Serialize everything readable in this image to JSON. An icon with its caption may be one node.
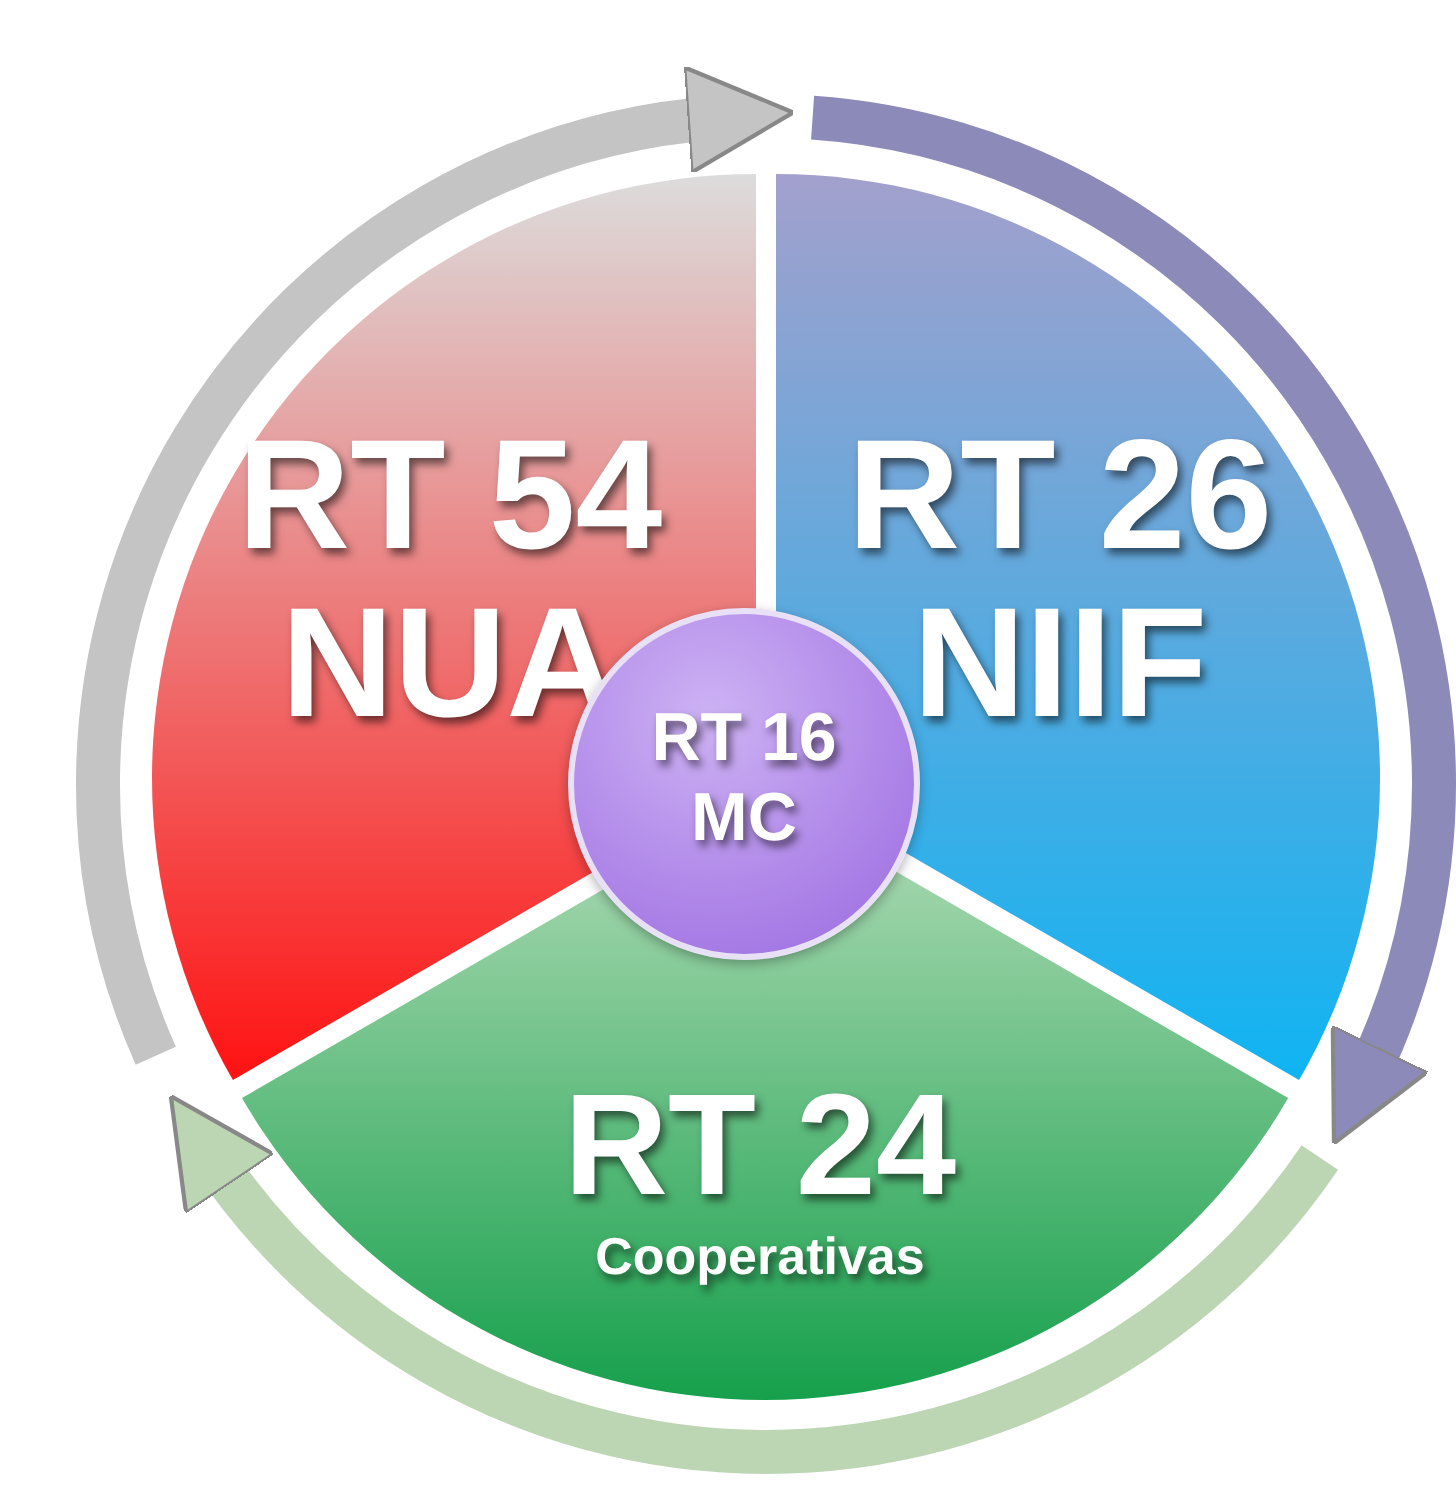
{
  "diagram": {
    "nodes": [
      {
        "text": [
          "RT 54",
          "NUA"
        ]
      },
      {
        "text": [
          "RT 26",
          "NIIF"
        ]
      },
      {
        "text": [
          "RT 16",
          "MC"
        ]
      },
      {
        "text": [
          "RT 24",
          "Cooperativas"
        ]
      }
    ]
  }
}
